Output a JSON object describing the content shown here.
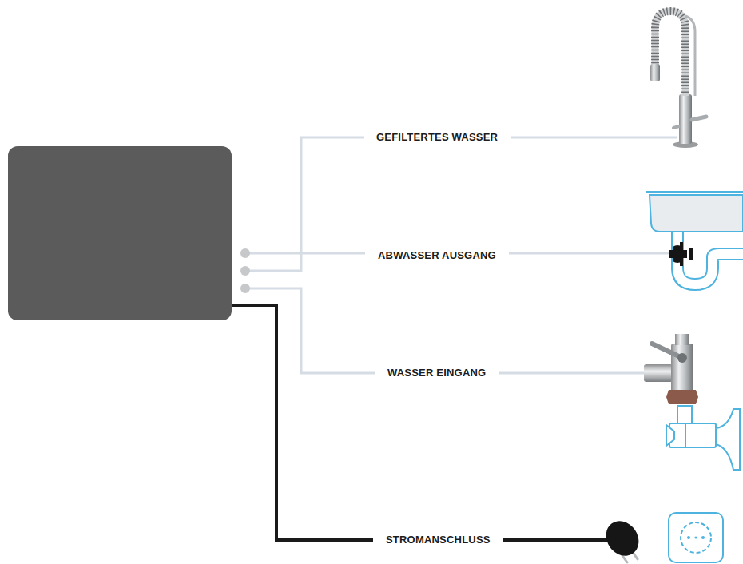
{
  "diagram": {
    "labels": [
      "GEFILTERTES WASSER",
      "ABWASSER AUSGANG",
      "WASSER EINGANG",
      "STROMANSCHLUSS"
    ]
  }
}
